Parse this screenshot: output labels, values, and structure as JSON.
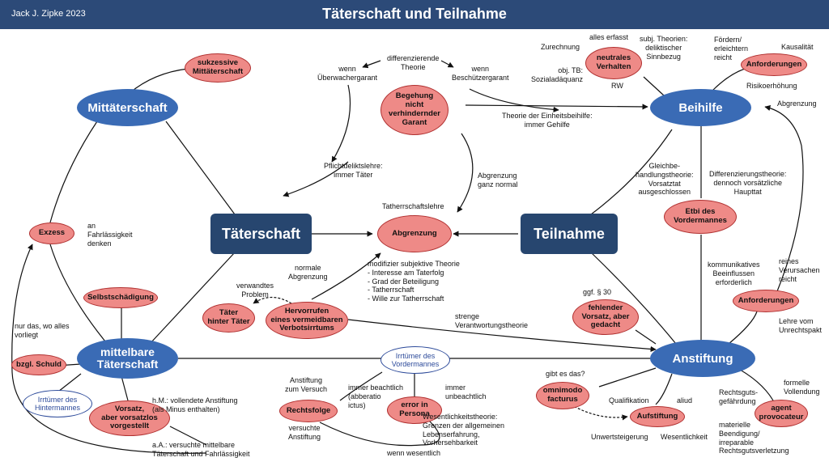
{
  "header": {
    "author": "Jack J. Zipke 2023",
    "title": "Täterschaft und Teilnahme"
  },
  "nodes": {
    "taeterschaft": "Täterschaft",
    "teilnahme": "Teilnahme",
    "mittaeterschaft": "Mittäterschaft",
    "beihilfe": "Beihilfe",
    "mittelbare": "mittelbare\nTäterschaft",
    "anstiftung": "Anstiftung",
    "sukzessive": "sukzessive\nMittäterschaft",
    "neutrales": "neutrales\nVerhalten",
    "anforderungen_beihilfe": "Anforderungen",
    "begehung": "Begehung\nnicht\nverhindernder\nGarant",
    "exzess": "Exzess",
    "abgrenzung": "Abgrenzung",
    "etbi": "Etbi des\nVordermannes",
    "selbstschaedigung": "Selbstschädigung",
    "taeter_hinter_taeter": "Täter\nhinter Täter",
    "hervorrufen": "Hervorrufen\neines vermeidbaren\nVerbotsirrtums",
    "anforderungen_anstiftung": "Anforderungen",
    "fehlender_vorsatz": "fehlender\nVorsatz, aber\ngedacht",
    "bzgl_schuld": "bzgl. Schuld",
    "irrtuemer_vordermann": "Irrtümer des\nVordermannes",
    "irrtuemer_hintermann": "Irrtümer des\nHintermannes",
    "vorsatz_vorsatzlos": "Vorsatz,\naber vorsatzlos\nvorgestellt",
    "rechtsfolge": "Rechtsfolge",
    "error_in_persona": "error in\nPersona",
    "omnimodo": "omnimodo\nfacturus",
    "aufstiftung": "Aufstiftung",
    "agent_provocateur": "agent\nprovocateur"
  },
  "labels": {
    "differenzierende_theorie": "differenzierende\nTheorie",
    "wenn_ueberwachergarant": "wenn\nÜberwachergarant",
    "wenn_beschuetzergarant": "wenn\nBeschützergarant",
    "zurechnung": "Zurechnung",
    "alles_erfasst": "alles erfasst",
    "obj_tb": "obj. TB:\nSozialadäquanz",
    "rw": "RW",
    "subj_theorien": "subj. Theorien:\ndeliktischer\nSinnbezug",
    "foerdern": "Fördern/\nerleichtern\nreicht",
    "kausalitaet": "Kausalität",
    "risikoerhoehung": "Risikoerhöhung",
    "abgrenzung_right": "Abgrenzung",
    "einheitsbeihilfe": "Theorie der Einheitsbeihilfe:\nimmer Gehilfe",
    "pflichtdeliktslehre": "Pflichtdeliktslehre:\nimmer Täter",
    "abgrenzung_ganz_normal": "Abgrenzung\nganz normal",
    "tatherrschaftslehre": "Tatherrschaftslehre",
    "gleichbehandlung": "Gleichbe-\nhandlungstheorie:\nVorsatztat\nausgeschlossen",
    "differenzierungstheorie": "Differenzierungstheorie:\ndennoch vorsätzliche\nHaupttat",
    "an_fahrlaessigkeit": "an\nFahrlässigkeit\ndenken",
    "normale_abgrenzung": "normale\nAbgrenzung",
    "modifizierte": "modifizier subjektive Theorie\n- Interesse am Taterfolg\n- Grad der Beteiligung\n- Tatherrschaft\n- Wille zur Tatherrschaft",
    "verwandtes_problem": "verwandtes\nProblem",
    "kommunikatives": "kommunikatives\nBeeinflussen\nerforderlich",
    "reines_verursachen": "reines\nVerursachen\nreicht",
    "ggf_30": "ggf. § 30",
    "strenge_verantwortung": "strenge\nVerantwortungstheorie",
    "lehre_unrechtspakt": "Lehre vom\nUnrechtspakt",
    "nur_das": "nur das, wo alles\nvorliegt",
    "hm_vollendete": "h.M.: vollendete Anstiftung\n(als Minus enthalten)",
    "aa_versuchte": "a.A.: versuchte mittelbare\nTäterschaft und Fahrlässigkeit",
    "anstiftung_zum_versuch": "Anstiftung\nzum Versuch",
    "versuchte_anstiftung": "versuchte\nAnstiftung",
    "immer_beachtlich": "immer beachtlich\n(abberatio\nictus)",
    "immer_unbeachtlich": "immer\nunbeachtlich",
    "wesentlichkeitstheorie": "Wesentlichkeitstheorie:\nGrenzen der allgemeinen\nLebenserfahrung,\nVorhersehbarkeit",
    "wenn_wesentlich": "wenn wesentlich",
    "gibt_es_das": "gibt es das?",
    "qualifikation": "Qualifikation",
    "aliud": "aliud",
    "unwertsteigerung": "Unwertsteigerung",
    "wesentlichkeit": "Wesentlichkeit",
    "rechtsguts_gefaehrdung": "Rechtsguts-\ngefährdung",
    "formelle_vollendung": "formelle\nVollendung",
    "materielle_beendigung": "materielle\nBeendigung/\nirreparable\nRechtsgutsverletzung"
  }
}
